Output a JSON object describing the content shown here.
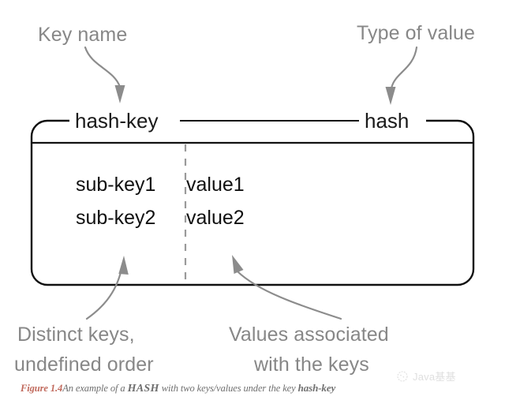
{
  "figure": {
    "type": "diagram",
    "subject": "redis-hash-structure",
    "annotations": {
      "top_left": "Key name",
      "top_right": "Type of value",
      "top_right_clipped": true,
      "bottom_left_line1": "Distinct keys,",
      "bottom_left_line2": "undefined order",
      "bottom_right_line1": "Values associated",
      "bottom_right_line2": "with the keys"
    },
    "box": {
      "key_name": "hash-key",
      "value_type": "hash",
      "entries": [
        {
          "sub_key": "sub-key1",
          "value": "value1"
        },
        {
          "sub_key": "sub-key2",
          "value": "value2"
        }
      ]
    },
    "caption": {
      "figure_number": "Figure 1.4",
      "text_before_hash": "An example of a ",
      "hash_word": "HASH",
      "text_middle": " with two keys/values under the key ",
      "key_word": "hash-key"
    },
    "watermark": {
      "label": "Java基基",
      "icon": "wechat-logo-icon"
    },
    "colors": {
      "annotation_gray": "#878787",
      "line_black": "#111111",
      "dashed_gray": "#9a9a9a",
      "caption_red": "#c0695c",
      "caption_gray": "#6f6f6f",
      "background": "#ffffff"
    }
  }
}
